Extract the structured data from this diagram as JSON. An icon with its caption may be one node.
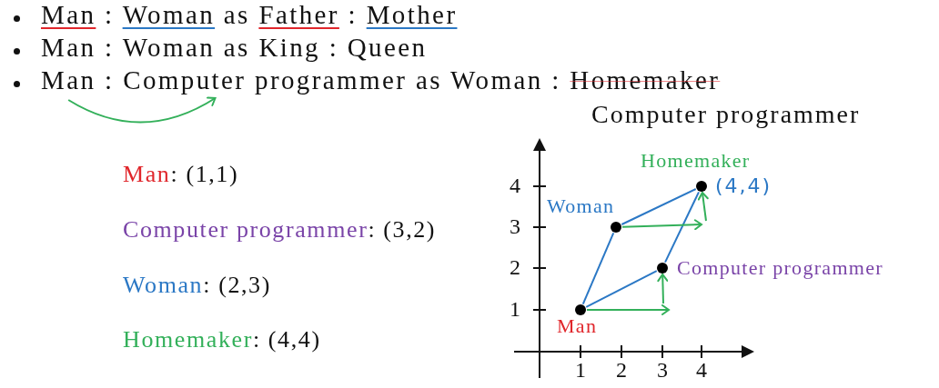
{
  "diagram": {
    "nodes": [
      {
        "text": [],
        "shape": "circle",
        "beside": [
          "Man"
        ]
      },
      {
        "text": [],
        "shape": "circle",
        "beside": [
          "Woman"
        ]
      },
      {
        "text": [],
        "shape": "circle",
        "beside": [
          "Computer programmer"
        ]
      },
      {
        "text": [],
        "shape": "circle",
        "beside": [
          "Homemaker",
          "(4,4)"
        ]
      }
    ],
    "edges": [
      {
        "from": 0,
        "to": 1,
        "arrow": "none",
        "color": "#2b78c5"
      },
      {
        "from": 1,
        "to": 3,
        "arrow": "none",
        "color": "#2b78c5"
      },
      {
        "from": 0,
        "to": 2,
        "arrow": "none",
        "color": "#2b78c5"
      },
      {
        "from": 2,
        "to": 3,
        "arrow": "none",
        "color": "#2b78c5"
      },
      {
        "from": 0,
        "to": null,
        "arrow": "to",
        "color": "#33b05a"
      },
      {
        "from": null,
        "to": 2,
        "arrow": "to",
        "color": "#33b05a"
      },
      {
        "from": 1,
        "to": null,
        "arrow": "to",
        "color": "#33b05a"
      },
      {
        "from": null,
        "to": 3,
        "arrow": "to",
        "color": "#33b05a"
      }
    ],
    "labels": [
      "Man : Woman as Father : Mother",
      "Man : Woman as King : Queen",
      "Man : Computer programmer as Woman : Homemaker",
      "Computer programmer",
      "Man: (1,1)",
      "Computer programmer: (3,2)",
      "Woman: (2,3)",
      "Homemaker: (4,4)",
      "4",
      "3",
      "2",
      "1",
      "1",
      "2",
      "3",
      "4"
    ]
  }
}
